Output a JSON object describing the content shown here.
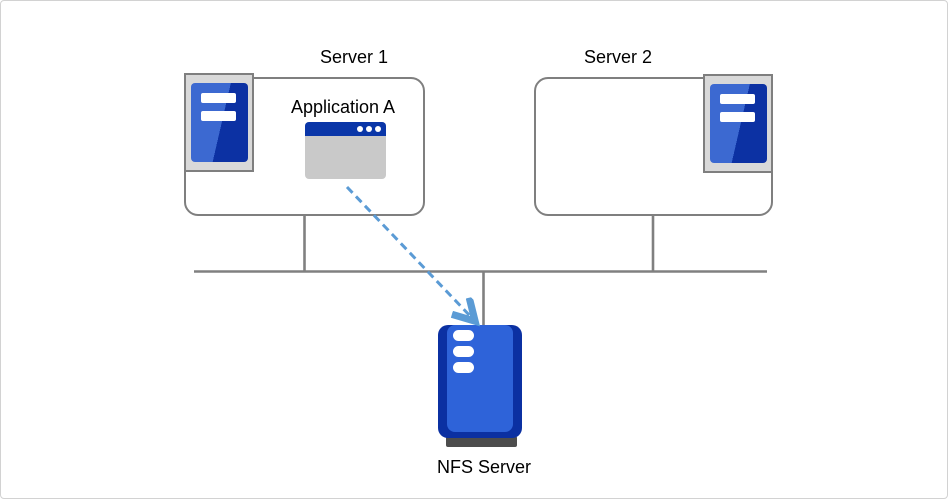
{
  "diagram": {
    "nodes": {
      "server1": {
        "label": "Server 1",
        "icon": "server-tower-icon"
      },
      "server2": {
        "label": "Server 2",
        "icon": "server-tower-icon"
      },
      "application": {
        "label": "Application A",
        "icon": "app-window-icon"
      },
      "nfs_server": {
        "label": "NFS Server",
        "icon": "nfs-server-icon"
      }
    },
    "connections": [
      {
        "from": "server1",
        "to": "network-bus",
        "style": "solid"
      },
      {
        "from": "server2",
        "to": "network-bus",
        "style": "solid"
      },
      {
        "from": "nfs_server",
        "to": "network-bus",
        "style": "solid"
      },
      {
        "from": "application",
        "to": "nfs_server",
        "style": "dashed-arrow"
      }
    ],
    "colors": {
      "wire_gray": "#808080",
      "box_border_gray": "#7f7f7f",
      "arrow_blue": "#5b9bd5",
      "server_icon_blue": "#3c69d1",
      "server_icon_blue_dark": "#0c31a3",
      "window_titlebar_blue": "#0a36a8",
      "window_body_gray": "#c9c9c9",
      "nfs_blue": "#2e63d9",
      "nfs_blue_dark": "#0b30a2",
      "nfs_stand_gray": "#4d4d4d",
      "icon_plate_gray": "#d9d9d9"
    }
  }
}
